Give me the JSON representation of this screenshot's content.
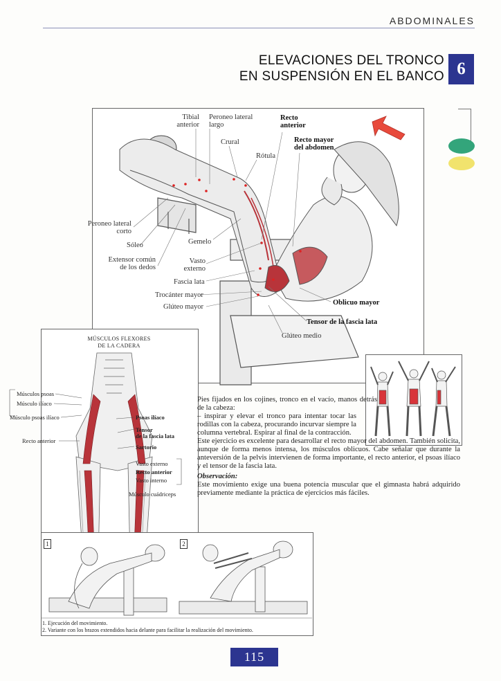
{
  "header": {
    "running_head": "ABDOMINALES"
  },
  "exercise": {
    "title_line1": "ELEVACIONES DEL TRONCO",
    "title_line2": "EN SUSPENSIÓN EN EL BANCO",
    "number": "6"
  },
  "main_figure": {
    "labels": {
      "tibial_anterior": [
        "Tibial",
        "anterior"
      ],
      "peroneo_lateral_largo": [
        "Peroneo lateral",
        "largo"
      ],
      "crural": "Crural",
      "rotula": "Rótula",
      "recto_anterior": [
        "Recto",
        "anterior"
      ],
      "recto_mayor": [
        "Recto mayor",
        "del abdomen"
      ],
      "peroneo_lateral_corto": [
        "Peroneo lateral",
        "corto"
      ],
      "soleo": "Sóleo",
      "gemelo": "Gemelo",
      "extensor": [
        "Extensor común",
        "de los dedos"
      ],
      "vasto_externo": [
        "Vasto",
        "externo"
      ],
      "fascia_lata": "Fascia lata",
      "trocanter": "Trocánter mayor",
      "gluteo_mayor": "Glúteo mayor",
      "oblicuo_mayor": "Oblicuo mayor",
      "tensor_fascia": "Tensor de la fascia lata",
      "gluteo_medio": "Glúteo medio"
    }
  },
  "flexor_inset": {
    "title_line1": "MÚSCULOS FLEXORES",
    "title_line2": "DE LA CADERA",
    "labels": {
      "psoas": "Músculos psoas",
      "iliaco": "Músculo ilíaco",
      "psoas_iliaco_left": "Músculo psoas ilíaco",
      "recto_anterior_left": "Recto anterior",
      "psoas_iliaco_right": "Psoas ilíaco",
      "tensor_1": "Tensor",
      "tensor_2": "de la fascia lata",
      "sartorio": "Sartorio",
      "vasto_externo": "Vasto externo",
      "recto_anterior_right": "Recto anterior",
      "vasto_interno": "Vasto interno",
      "cuadriceps": "Músculo cuádriceps"
    }
  },
  "body": {
    "p1": "Pies fijados en los cojines, tronco en el vacío, manos detrás de la cabeza:",
    "p2": "– inspirar y elevar el tronco para intentar tocar las rodillas con la cabeza, procurando incurvar siempre la columna vertebral. Espirar al final de la contracción.",
    "p3": "Este ejercicio es excelente para desarrollar el recto mayor del abdomen. También solicita, aunque de forma menos intensa, los músculos oblicuos. Cabe señalar que durante la anteversión de la pelvis intervienen de forma importante, el recto anterior, el psoas ilíaco y el tensor de la fascia lata.",
    "observation_title": "Observación:",
    "observation": "Este movimiento exige una buena potencia muscular que el gimnasta habrá adquirido previamente mediante la práctica de ejercicios más fáciles."
  },
  "sequence": {
    "n1": "1",
    "n2": "2",
    "caption1": "1. Ejecución del movimiento.",
    "caption2": "2. Variante con los brazos extendidos hacia delante para facilitar la realización del movimiento."
  },
  "footer": {
    "page_number": "115"
  },
  "colors": {
    "brand_blue": "#2c3590",
    "green_dot": "#33a57b",
    "yellow_dot": "#f1e36d",
    "muscle_red": "#b8343a",
    "arrow_red": "#e84a3c"
  }
}
